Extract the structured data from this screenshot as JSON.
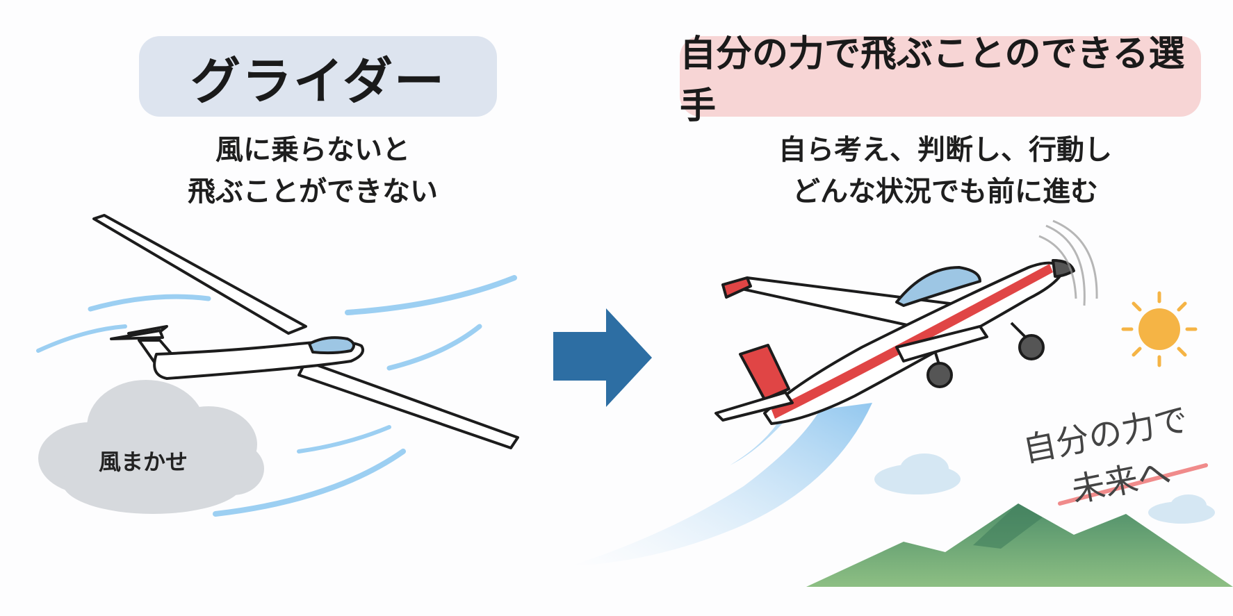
{
  "left": {
    "title": "グライダー",
    "caption_line1": "風に乗らないと",
    "caption_line2": "飛ぶことができない",
    "cloud_label": "風まかせ",
    "pill_color": "#dde4ef"
  },
  "arrow": {
    "color": "#2d6ea3"
  },
  "right": {
    "title": "自分の力で飛ぶことのできる選手",
    "caption_line1": "自ら考え、判断し、行動し",
    "caption_line2": "どんな状況でも前に進む",
    "hand_line1": "自分の力で",
    "hand_line2": "未来へ",
    "pill_color": "#f7d5d5",
    "accent": "#e04545"
  },
  "icons": [
    "glider-icon",
    "airplane-icon",
    "sun-icon",
    "mountain-icon",
    "cloud-icon",
    "wind-lines-icon",
    "right-arrow-icon"
  ]
}
